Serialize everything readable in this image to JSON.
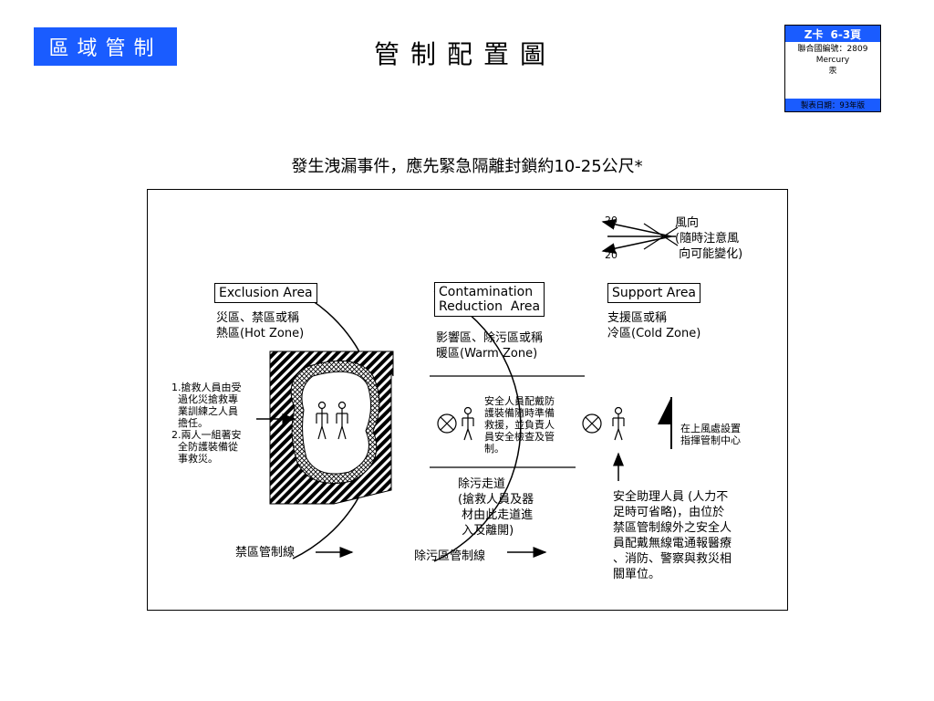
{
  "header": {
    "section_tag": "區域管制",
    "title": "管制配置圖",
    "card": {
      "card_label": "Z卡",
      "page_label": "6-3頁",
      "un_number": "聯合國編號：2809",
      "chemical_en": "Mercury",
      "chemical_zh": "汞",
      "issue_date": "製表日期：93年版"
    }
  },
  "subtitle": "發生洩漏事件，應先緊急隔離封鎖約10-25公尺*",
  "diagram": {
    "wind": {
      "speed_top": "20",
      "speed_bottom": "20",
      "label": "風向\n(隨時注意風\n 向可能變化)"
    },
    "zones": {
      "exclusion": {
        "name": "Exclusion Area",
        "desc": "災區、禁區或稱\n熱區(Hot Zone)"
      },
      "contamination": {
        "name": "Contamination\nReduction  Area",
        "desc": "影響區、除污區或稱\n暖區(Warm Zone)"
      },
      "support": {
        "name": "Support Area",
        "desc": "支援區或稱\n冷區(Cold Zone)"
      }
    },
    "notes": {
      "rescue": "1.搶救人員由受\n  過化災搶救專\n  業訓練之人員\n  擔任。\n2.兩人一組著安\n  全防護裝備從\n  事救災。",
      "safety_warm": "安全人員配戴防\n護裝備隨時準備\n救援，並負責人\n員安全檢查及管\n制。",
      "command_post": "在上風處設置\n指揮管制中心",
      "corridor": "除污走道\n(搶救人員及器\n 材由此走道進\n 入及離開)",
      "safety_assist": "安全助理人員 (人力不\n足時可省略)，由位於\n禁區管制線外之安全人\n員配戴無線電通報醫療\n、消防、警察與救災相\n關單位。",
      "hot_line": "禁區管制線",
      "decon_line": "除污區管制線"
    }
  }
}
